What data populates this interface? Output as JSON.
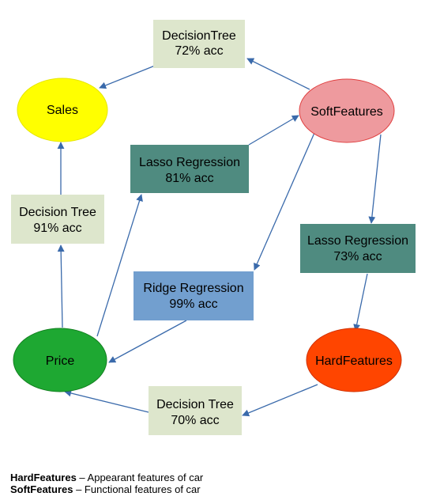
{
  "colors": {
    "sales": "#ffff00",
    "soft_features": "#ee9a9e",
    "soft_features_stroke": "#e04040",
    "price": "#1ea832",
    "price_stroke": "#138020",
    "hard_features": "#ff4500",
    "hard_features_stroke": "#d03000",
    "light_box": "#dde6cc",
    "teal_box": "#4f8b80",
    "blue_box": "#729fcf",
    "arrow": "#3a6aab"
  },
  "nodes": {
    "sales": {
      "label": "Sales"
    },
    "soft_features": {
      "label": "SoftFeatures"
    },
    "price": {
      "label": "Price"
    },
    "hard_features": {
      "label": "HardFeatures"
    }
  },
  "edges": {
    "soft_to_sales": {
      "model": "DecisionTree",
      "accuracy": "72% acc"
    },
    "price_to_soft": {
      "model": "Lasso Regression",
      "accuracy": "81% acc"
    },
    "price_to_sales": {
      "model": "Decision Tree",
      "accuracy": "91% acc"
    },
    "soft_to_hard": {
      "model": "Lasso Regression",
      "accuracy": "73% acc"
    },
    "soft_to_price": {
      "model": "Ridge Regression",
      "accuracy": "99% acc"
    },
    "hard_to_price": {
      "model": "Decision Tree",
      "accuracy": "70% acc"
    }
  },
  "legend": [
    {
      "term": "HardFeatures",
      "description": " – Appearant features of car"
    },
    {
      "term": "SoftFeatures",
      "description": " – Functional features of car"
    }
  ]
}
